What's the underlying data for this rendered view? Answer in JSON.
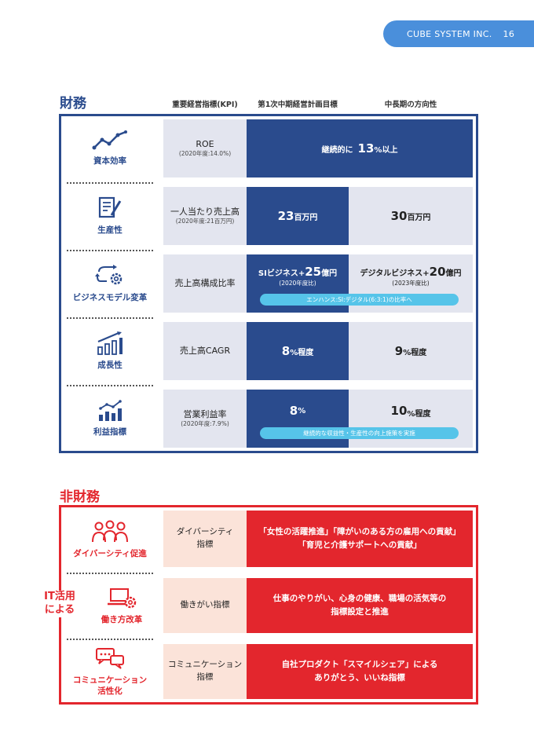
{
  "header": {
    "company": "CUBE SYSTEM INC.",
    "page": "16"
  },
  "financial": {
    "title": "財務",
    "headers": {
      "kpi": "重要経営指標(KPI)",
      "target": "第1次中期経営計画目標",
      "direction": "中長期の方向性"
    },
    "rows": [
      {
        "label": "資本効率",
        "icon": "line-chart-icon",
        "kpi": "ROE",
        "kpi_sub": "(2020年度:14.0%)",
        "target_prefix": "継続的に",
        "target_value": "13",
        "target_suffix": "%以上"
      },
      {
        "label": "生産性",
        "icon": "document-pen-icon",
        "kpi": "一人当たり売上高",
        "kpi_sub": "(2020年度:21百万円)",
        "target_value": "23",
        "target_suffix": "百万円",
        "direction_value": "30",
        "direction_suffix": "百万円"
      },
      {
        "label": "ビジネスモデル変革",
        "icon": "cycle-gear-icon",
        "kpi": "売上高構成比率",
        "target_prefix": "SIビジネス+",
        "target_value": "25",
        "target_suffix": "億円",
        "target_sub": "(2020年度比)",
        "direction_prefix": "デジタルビジネス+",
        "direction_value": "20",
        "direction_suffix": "億円",
        "direction_sub": "(2023年度比)",
        "note": "エンハンス:SI:デジタル(6:3:1)の比率へ"
      },
      {
        "label": "成長性",
        "icon": "bar-growth-icon",
        "kpi": "売上高CAGR",
        "target_value": "8",
        "target_suffix": "%程度",
        "direction_value": "9",
        "direction_suffix": "%程度"
      },
      {
        "label": "利益指標",
        "icon": "bar-line-icon",
        "kpi": "営業利益率",
        "kpi_sub": "(2020年度:7.9%)",
        "target_value": "8",
        "target_suffix": "%",
        "direction_value": "10",
        "direction_suffix": "%程度",
        "note": "継続的な収益性・生産性の向上施策を実施"
      }
    ]
  },
  "nonfinancial": {
    "title": "非財務",
    "it_label_1": "IT活用",
    "it_label_2": "による",
    "rows": [
      {
        "label": "ダイバーシティ促進",
        "icon": "people-icon",
        "indicator_1": "ダイバーシティ",
        "indicator_2": "指標",
        "goal_1": "「女性の活躍推進」「障がいのある方の雇用への貢献」",
        "goal_2": "「育児と介護サポートへの貢献」"
      },
      {
        "label": "働き方改革",
        "icon": "laptop-gear-icon",
        "indicator_1": "働きがい指標",
        "goal_1": "仕事のやりがい、心身の健康、職場の活気等の",
        "goal_2": "指標設定と推進"
      },
      {
        "label_1": "コミュニケーション",
        "label_2": "活性化",
        "icon": "chat-bubbles-icon",
        "indicator_1": "コミュニケーション",
        "indicator_2": "指標",
        "goal_1": "自社プロダクト「スマイルシェア」による",
        "goal_2": "ありがとう、いいね指標"
      }
    ]
  }
}
